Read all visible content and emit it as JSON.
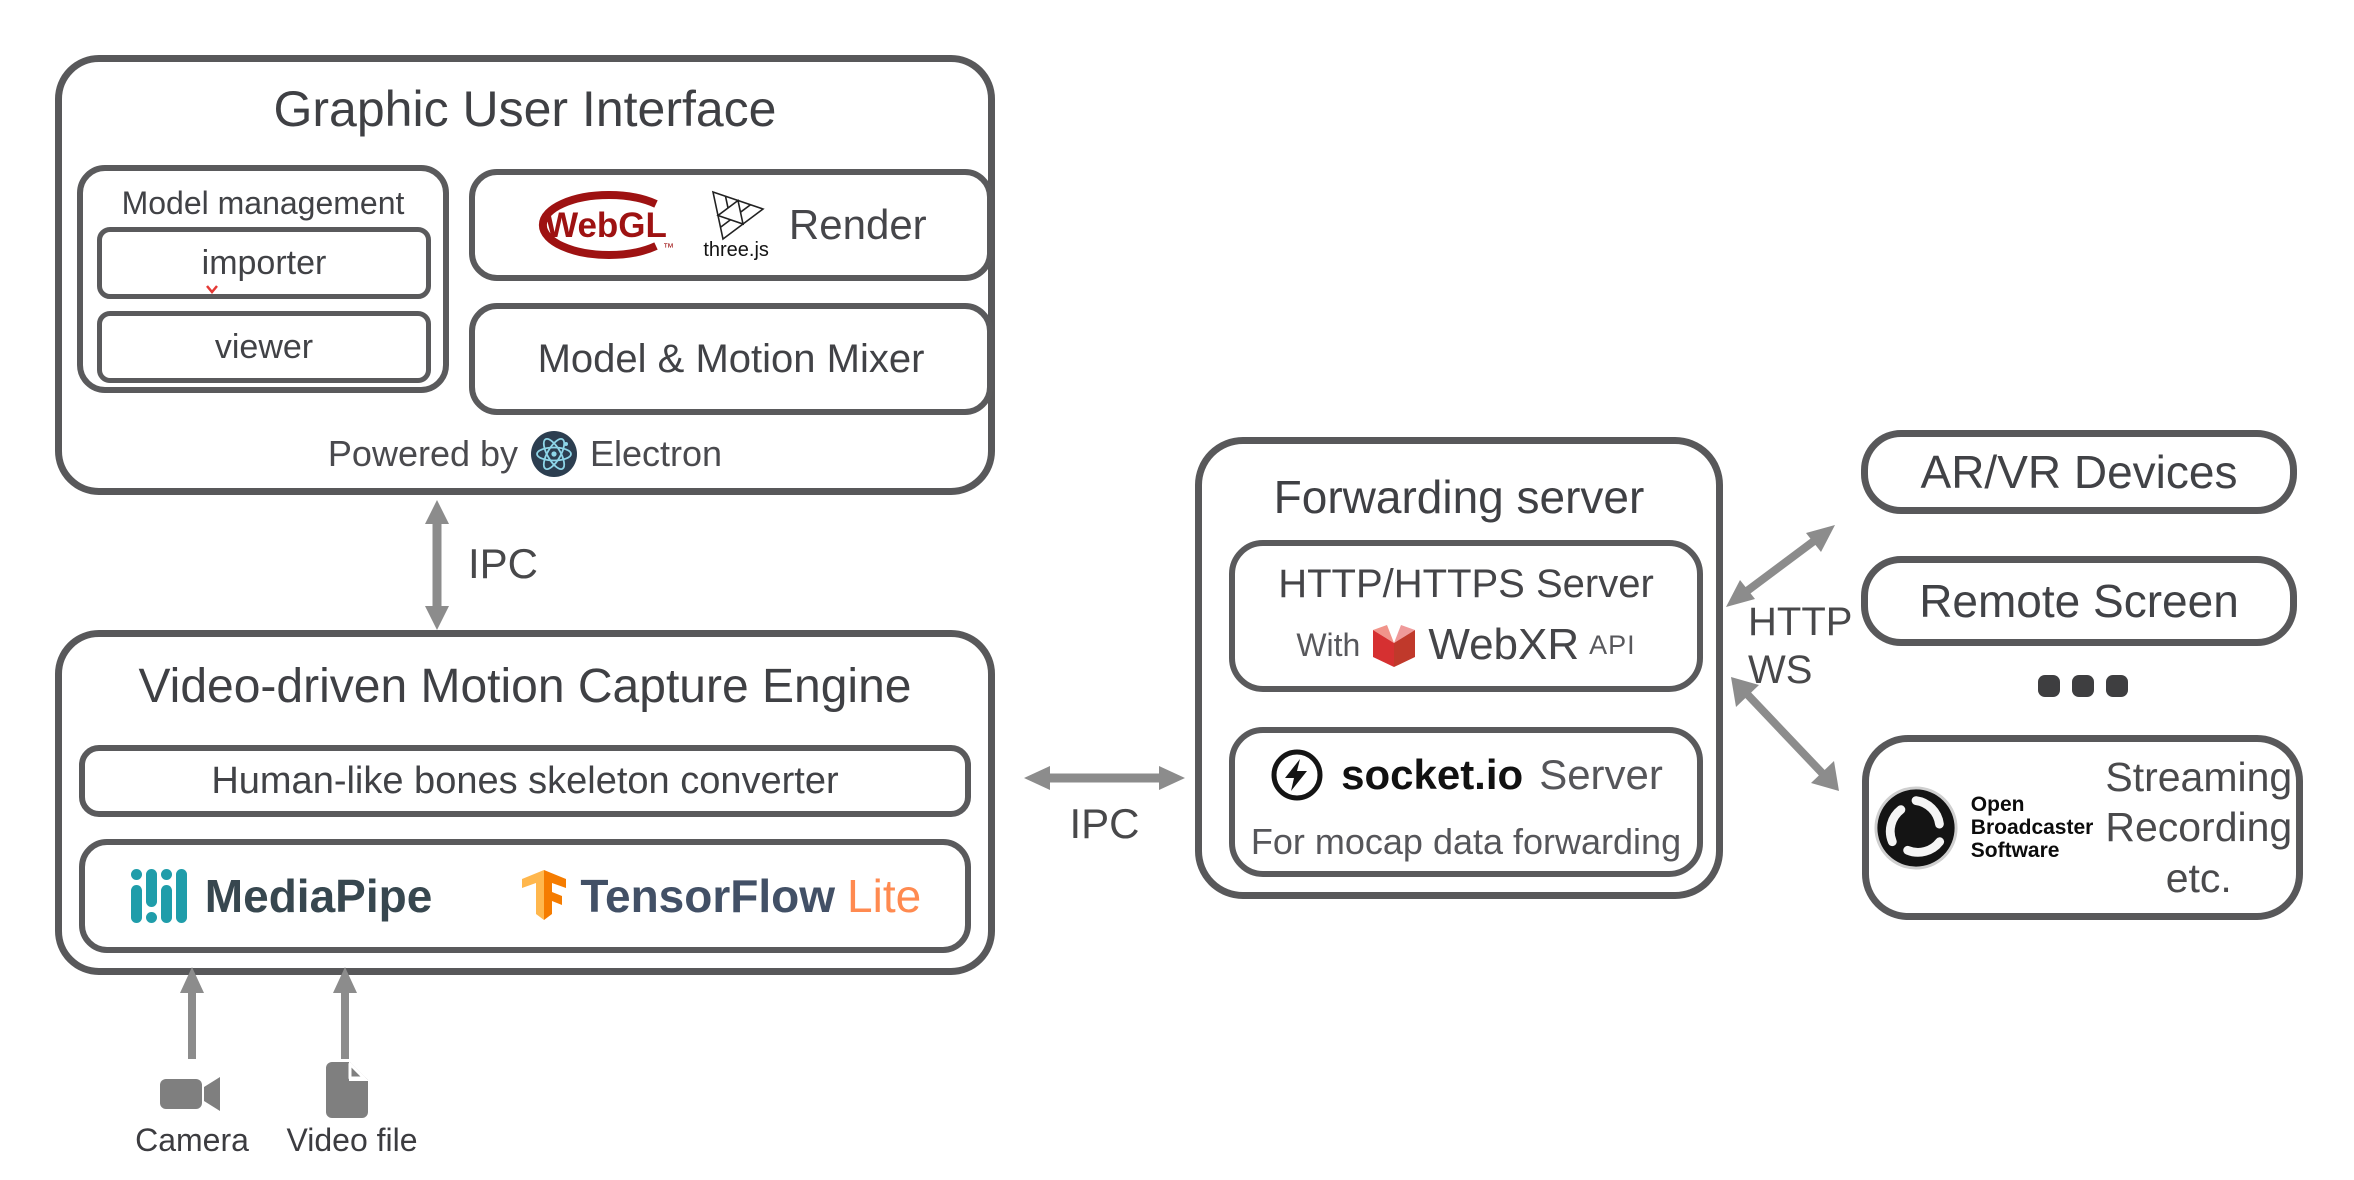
{
  "gui": {
    "title": "Graphic User Interface",
    "model_management": {
      "title": "Model management",
      "importer": "importer",
      "viewer": "viewer"
    },
    "render": {
      "webgl": "WebGL",
      "webgl_tm": "™",
      "threejs": "three.js",
      "label": "Render"
    },
    "mixer": "Model & Motion Mixer",
    "powered_by": "Powered by",
    "electron": "Electron"
  },
  "ipc_vertical": "IPC",
  "engine": {
    "title": "Video-driven Motion Capture Engine",
    "converter": "Human-like bones skeleton converter",
    "mediapipe": "MediaPipe",
    "tensorflow": "TensorFlow",
    "lite": "Lite"
  },
  "inputs": {
    "camera": "Camera",
    "video_file": "Video file"
  },
  "ipc_horizontal": "IPC",
  "forwarding": {
    "title": "Forwarding server",
    "http_title": "HTTP/HTTPS Server",
    "with": "With",
    "webxr": "WebXR",
    "api": "API",
    "socket": "socket.io",
    "server": "Server",
    "socket_sub": "For mocap data forwarding"
  },
  "links": {
    "http": "HTTP",
    "ws": "WS"
  },
  "devices": {
    "arvr": "AR/VR Devices",
    "remote": "Remote Screen",
    "obs": {
      "l1": "Open",
      "l2": "Broadcaster",
      "l3": "Software",
      "d1": "Streaming",
      "d2": "Recording",
      "d3": "etc."
    }
  },
  "icons": [
    "webgl-logo",
    "threejs-logo",
    "electron-logo",
    "mediapipe-logo",
    "tensorflow-logo",
    "webxr-logo",
    "socketio-logo",
    "obs-logo",
    "camera-icon",
    "video-file-icon",
    "arrow-up-down",
    "arrow-left-right",
    "arrow-diagonal",
    "ellipsis-dots",
    "spellcheck-caret"
  ],
  "colors": {
    "border": "#58585a",
    "text": "#414246",
    "muted": "#5e5e62",
    "arrow": "#8c8c8c",
    "webgl_red": "#9e1212",
    "webxr_red": "#d63031",
    "mediapipe_teal": "#1f9daa",
    "tensorflow_orange": "#f57c00",
    "lite_orange": "#ff8a50",
    "electron_navy": "#2c3e50",
    "electron_cyan": "#8ed6e8",
    "icon_gray": "#7f7f7f"
  }
}
